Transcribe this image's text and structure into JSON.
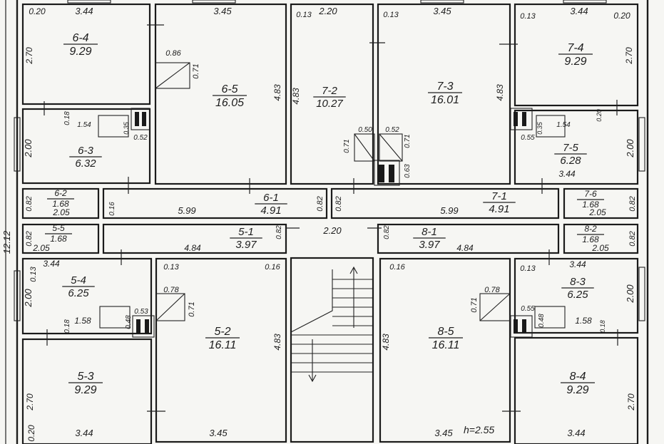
{
  "overall_dimension": "12.12",
  "height_note": "h=2.55",
  "rooms": [
    {
      "id": "6-4",
      "area": "9.29"
    },
    {
      "id": "6-5",
      "area": "16.05"
    },
    {
      "id": "7-2",
      "area": "10.27"
    },
    {
      "id": "7-3",
      "area": "16.01"
    },
    {
      "id": "7-4",
      "area": "9.29"
    },
    {
      "id": "6-3",
      "area": "6.32"
    },
    {
      "id": "7-5",
      "area": "6.28"
    },
    {
      "id": "6-2",
      "area": "1.68"
    },
    {
      "id": "6-1",
      "area": "4.91"
    },
    {
      "id": "7-1",
      "area": "4.91"
    },
    {
      "id": "7-6",
      "area": "1.68"
    },
    {
      "id": "5-5",
      "area": "1.68"
    },
    {
      "id": "5-1",
      "area": "3.97"
    },
    {
      "id": "8-1",
      "area": "3.97"
    },
    {
      "id": "8-2",
      "area": "1.68"
    },
    {
      "id": "5-4",
      "area": "6.25"
    },
    {
      "id": "5-2",
      "area": "16.11"
    },
    {
      "id": "8-5",
      "area": "16.11"
    },
    {
      "id": "8-3",
      "area": "6.25"
    },
    {
      "id": "5-3",
      "area": "9.29"
    },
    {
      "id": "8-4",
      "area": "9.29"
    }
  ],
  "dimensions": [
    "0.20",
    "3.44",
    "3.45",
    "0.13",
    "2.20",
    "0.13",
    "3.45",
    "0.13",
    "3.44",
    "0.20",
    "2.70",
    "0.86",
    "0.71",
    "4.83",
    "4.83",
    "4.83",
    "2.70",
    "0.18",
    "1.54",
    "0.35",
    "0.52",
    "2.00",
    "0.50",
    "0.52",
    "0.71",
    "0.71",
    "0.63",
    "0.55",
    "0.35",
    "1.54",
    "0.20",
    "2.00",
    "3.44",
    "0.82",
    "2.05",
    "0.16",
    "5.99",
    "0.82",
    "0.82",
    "5.99",
    "2.05",
    "0.82",
    "0.82",
    "2.05",
    "4.84",
    "0.82",
    "2.20",
    "0.82",
    "4.84",
    "2.05",
    "0.82",
    "3.44",
    "0.13",
    "0.16",
    "0.16",
    "0.13",
    "3.44",
    "0.13",
    "2.00",
    "0.78",
    "0.71",
    "0.78",
    "0.71",
    "2.00",
    "0.18",
    "1.58",
    "0.48",
    "0.53",
    "0.55",
    "0.48",
    "1.58",
    "0.18",
    "4.83",
    "4.83",
    "2.70",
    "2.70",
    "0.20",
    "3.44",
    "3.45",
    "3.45",
    "3.44"
  ]
}
